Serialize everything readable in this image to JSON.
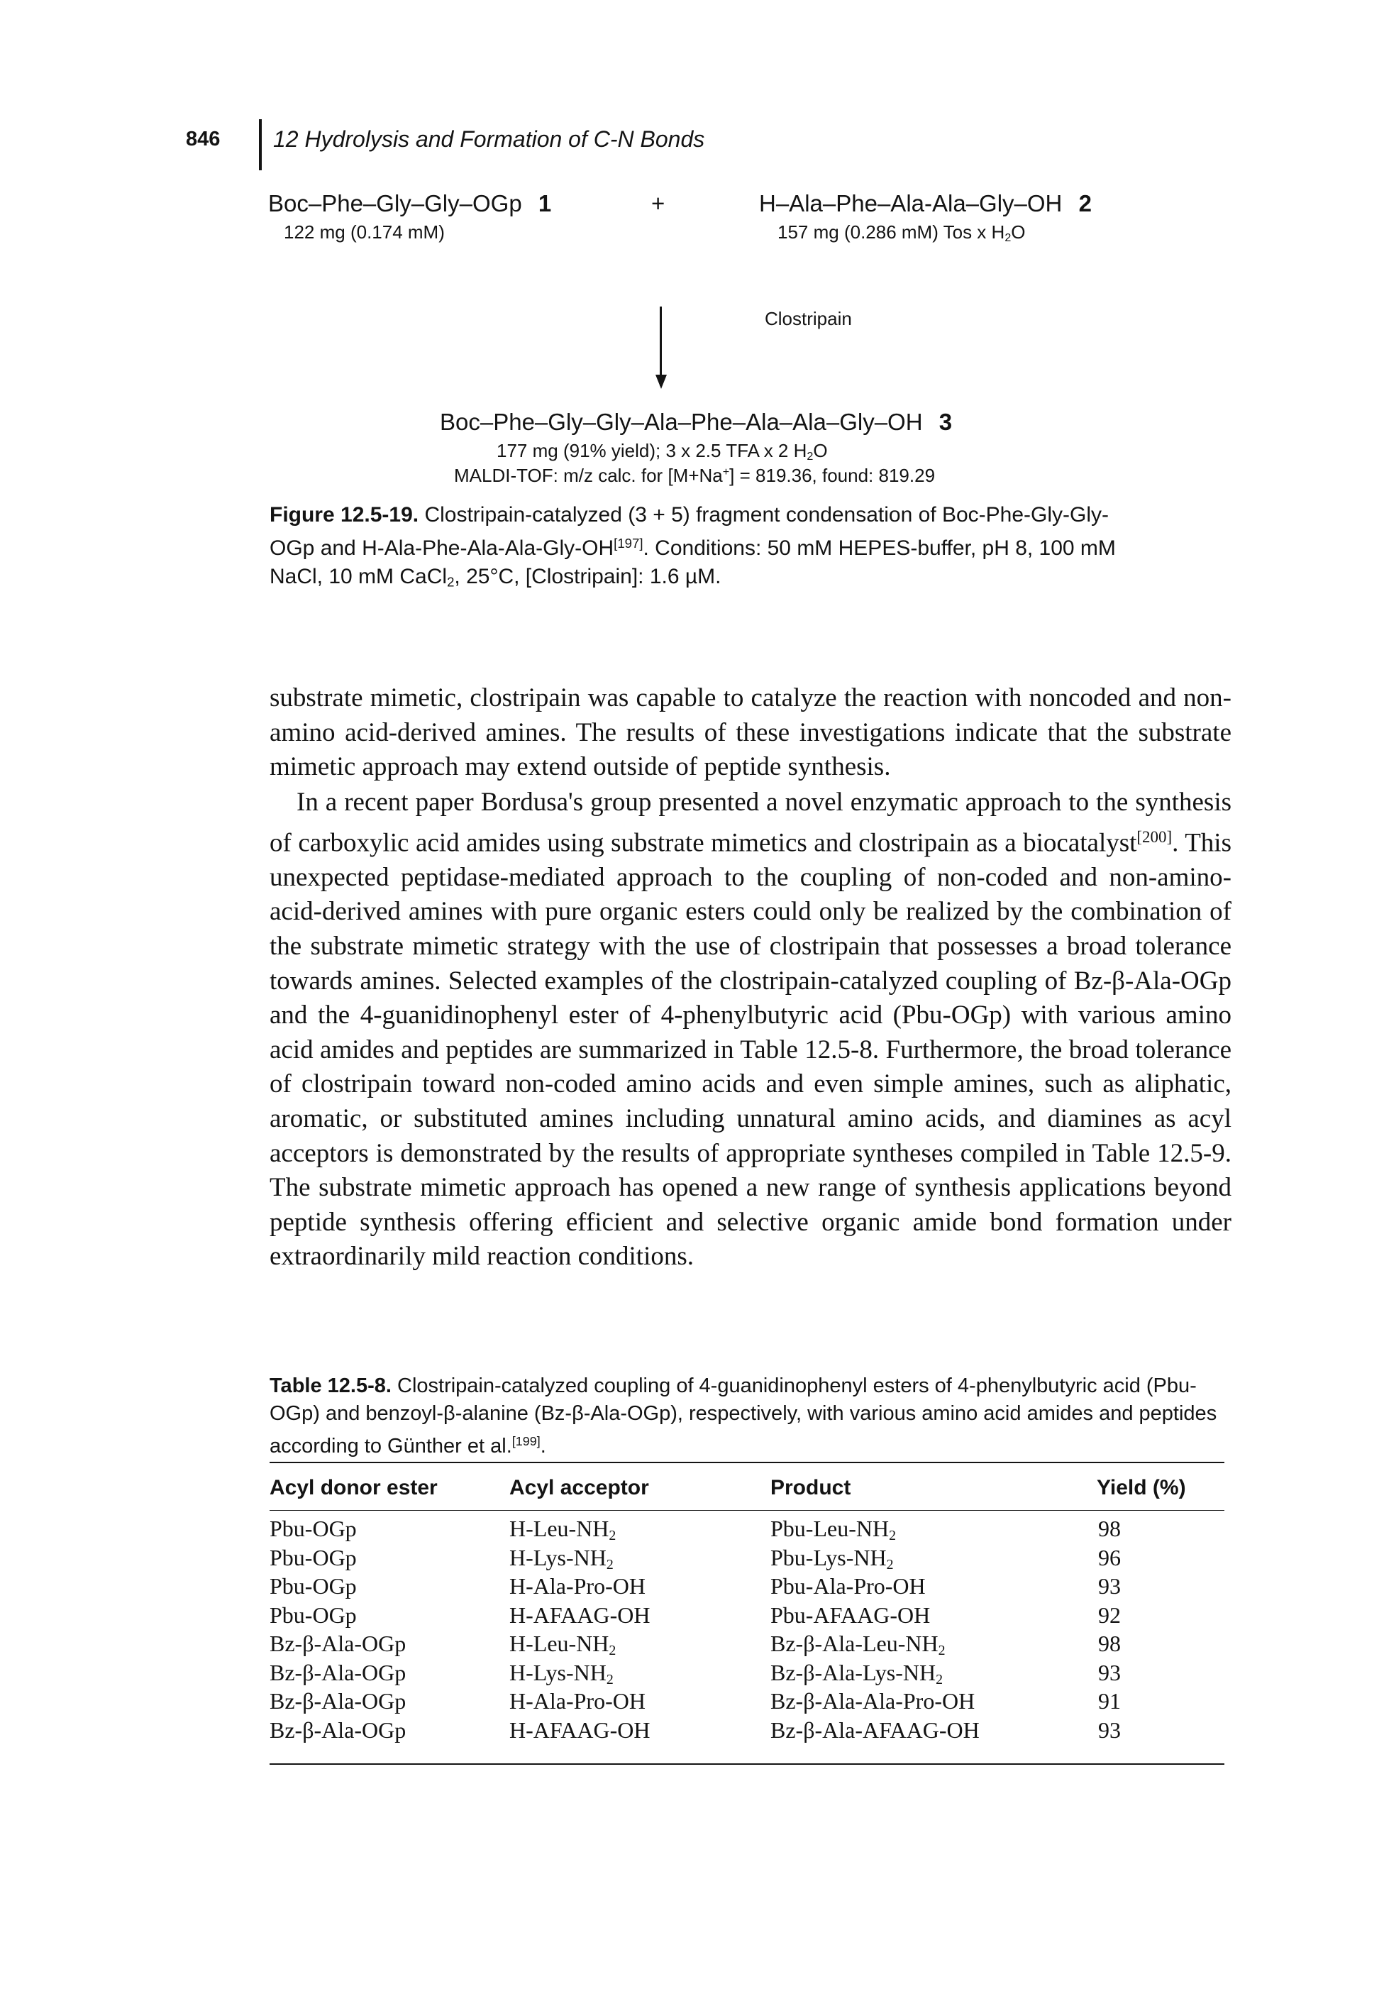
{
  "header": {
    "page_number": "846",
    "running_title": "12 Hydrolysis and Formation of C-N Bonds"
  },
  "scheme": {
    "reactant1_name": "Boc–Phe–Gly–Gly–OGp",
    "reactant1_number": "1",
    "reactant1_amount": "122 mg (0.174 mM)",
    "plus_sign": "+",
    "reactant2_name": "H–Ala–Phe–Ala-Ala–Gly–OH",
    "reactant2_number": "2",
    "reactant2_amount_a": "157 mg (0.286 mM) Tos x H",
    "reactant2_amount_sub": "2",
    "reactant2_amount_b": "O",
    "enzyme": "Clostripain",
    "product_name": "Boc–Phe–Gly–Gly–Ala–Phe–Ala–Ala–Gly–OH",
    "product_number": "3",
    "product_yield_a": "177 mg (91% yield); 3 x 2.5 TFA x 2 H",
    "product_yield_sub": "2",
    "product_yield_b": "O",
    "maldi_a": "MALDI-TOF: m/z calc. for [M+Na",
    "maldi_sup": "+",
    "maldi_b": "] = 819.36, found: 819.29"
  },
  "figure_caption": {
    "label": "Figure 12.5-19.",
    "text_a": "Clostripain-catalyzed (3 + 5) fragment condensation of Boc-Phe-Gly-Gly-OGp and H-Ala-Phe-Ala-Ala-Gly-OH",
    "ref": "[197]",
    "text_b": ". Conditions: 50 mM HEPES-buffer, pH 8, 100 mM NaCl, 10 mM CaCl",
    "sub": "2",
    "text_c": ", 25°C, [Clostripain]: 1.6 µM."
  },
  "body": {
    "para1": "substrate mimetic, clostripain was capable to catalyze the reaction with noncoded and non-amino acid-derived amines. The results of these investigations indicate that the substrate mimetic approach may extend outside of peptide synthesis.",
    "para2_a": "In a recent paper Bordusa's group presented a novel enzymatic approach to the synthesis of carboxylic acid amides using substrate mimetics and clostripain as a biocatalyst",
    "para2_ref": "[200]",
    "para2_b": ". This unexpected peptidase-mediated approach to the coupling of non-coded and non-amino-acid-derived amines with pure organic esters could only be realized by the combination of the substrate mimetic strategy with the use of clostripain that possesses a broad tolerance towards amines. Selected examples of the clostripain-catalyzed coupling of Bz-β-Ala-OGp and the 4-guanidinophenyl ester of 4-phenylbutyric acid (Pbu-OGp) with various amino acid amides and peptides are summarized in Table 12.5-8. Furthermore, the broad tolerance of clostripain toward non-coded amino acids and even simple amines, such as aliphatic, aromatic, or substituted amines including unnatural amino acids, and diamines as acyl acceptors is demonstrated by the results of appropriate syntheses compiled in Table 12.5-9. The substrate mimetic approach has opened a new range of synthesis applications beyond peptide synthesis offering efficient and selective organic amide bond formation under extraordinarily mild reaction conditions."
  },
  "table": {
    "caption_label": "Table 12.5-8.",
    "caption_text": "Clostripain-catalyzed coupling of 4-guanidinophenyl esters of 4-phenylbutyric acid (Pbu-OGp) and benzoyl-β-alanine (Bz-β-Ala-OGp), respectively, with various amino acid amides and peptides according to Günther et al.",
    "caption_ref": "[199]",
    "caption_end": ".",
    "headers": [
      "Acyl donor ester",
      "Acyl acceptor",
      "Product",
      "Yield (%)"
    ],
    "rows": [
      {
        "donor": "Pbu-OGp",
        "acceptor": "H-Leu-NH",
        "acceptor_sub": "2",
        "product": "Pbu-Leu-NH",
        "product_sub": "2",
        "yield": "98"
      },
      {
        "donor": "Pbu-OGp",
        "acceptor": "H-Lys-NH",
        "acceptor_sub": "2",
        "product": "Pbu-Lys-NH",
        "product_sub": "2",
        "yield": "96"
      },
      {
        "donor": "Pbu-OGp",
        "acceptor": "H-Ala-Pro-OH",
        "acceptor_sub": "",
        "product": "Pbu-Ala-Pro-OH",
        "product_sub": "",
        "yield": "93"
      },
      {
        "donor": "Pbu-OGp",
        "acceptor": "H-AFAAG-OH",
        "acceptor_sub": "",
        "product": "Pbu-AFAAG-OH",
        "product_sub": "",
        "yield": "92"
      },
      {
        "donor": "Bz-β-Ala-OGp",
        "acceptor": "H-Leu-NH",
        "acceptor_sub": "2",
        "product": "Bz-β-Ala-Leu-NH",
        "product_sub": "2",
        "yield": "98"
      },
      {
        "donor": "Bz-β-Ala-OGp",
        "acceptor": "H-Lys-NH",
        "acceptor_sub": "2",
        "product": "Bz-β-Ala-Lys-NH",
        "product_sub": "2",
        "yield": "93"
      },
      {
        "donor": "Bz-β-Ala-OGp",
        "acceptor": "H-Ala-Pro-OH",
        "acceptor_sub": "",
        "product": "Bz-β-Ala-Ala-Pro-OH",
        "product_sub": "",
        "yield": "91"
      },
      {
        "donor": "Bz-β-Ala-OGp",
        "acceptor": "H-AFAAG-OH",
        "acceptor_sub": "",
        "product": "Bz-β-Ala-AFAAG-OH",
        "product_sub": "",
        "yield": "93"
      }
    ]
  }
}
